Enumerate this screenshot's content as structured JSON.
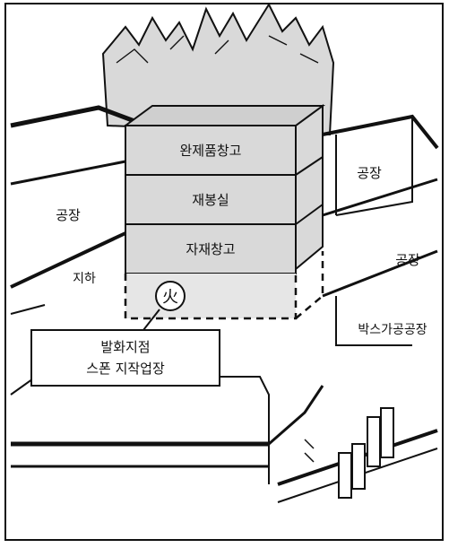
{
  "labels": {
    "floor_top": "완제품창고",
    "floor_middle": "재봉실",
    "floor_bottom": "자재창고",
    "factory_left": "공장",
    "factory_right_top": "공장",
    "factory_right": "공장",
    "basement": "지하",
    "fire_symbol": "火",
    "ignition_point": "발화지점",
    "sponge_workshop": "스폰 지작업장",
    "box_factory": "박스가공공장"
  },
  "colors": {
    "ink": "#111111",
    "shade": "#d9d9d9",
    "paper": "#ffffff"
  },
  "icons": {
    "fire": "flame-outline",
    "ignition": "circled-fire-character"
  }
}
